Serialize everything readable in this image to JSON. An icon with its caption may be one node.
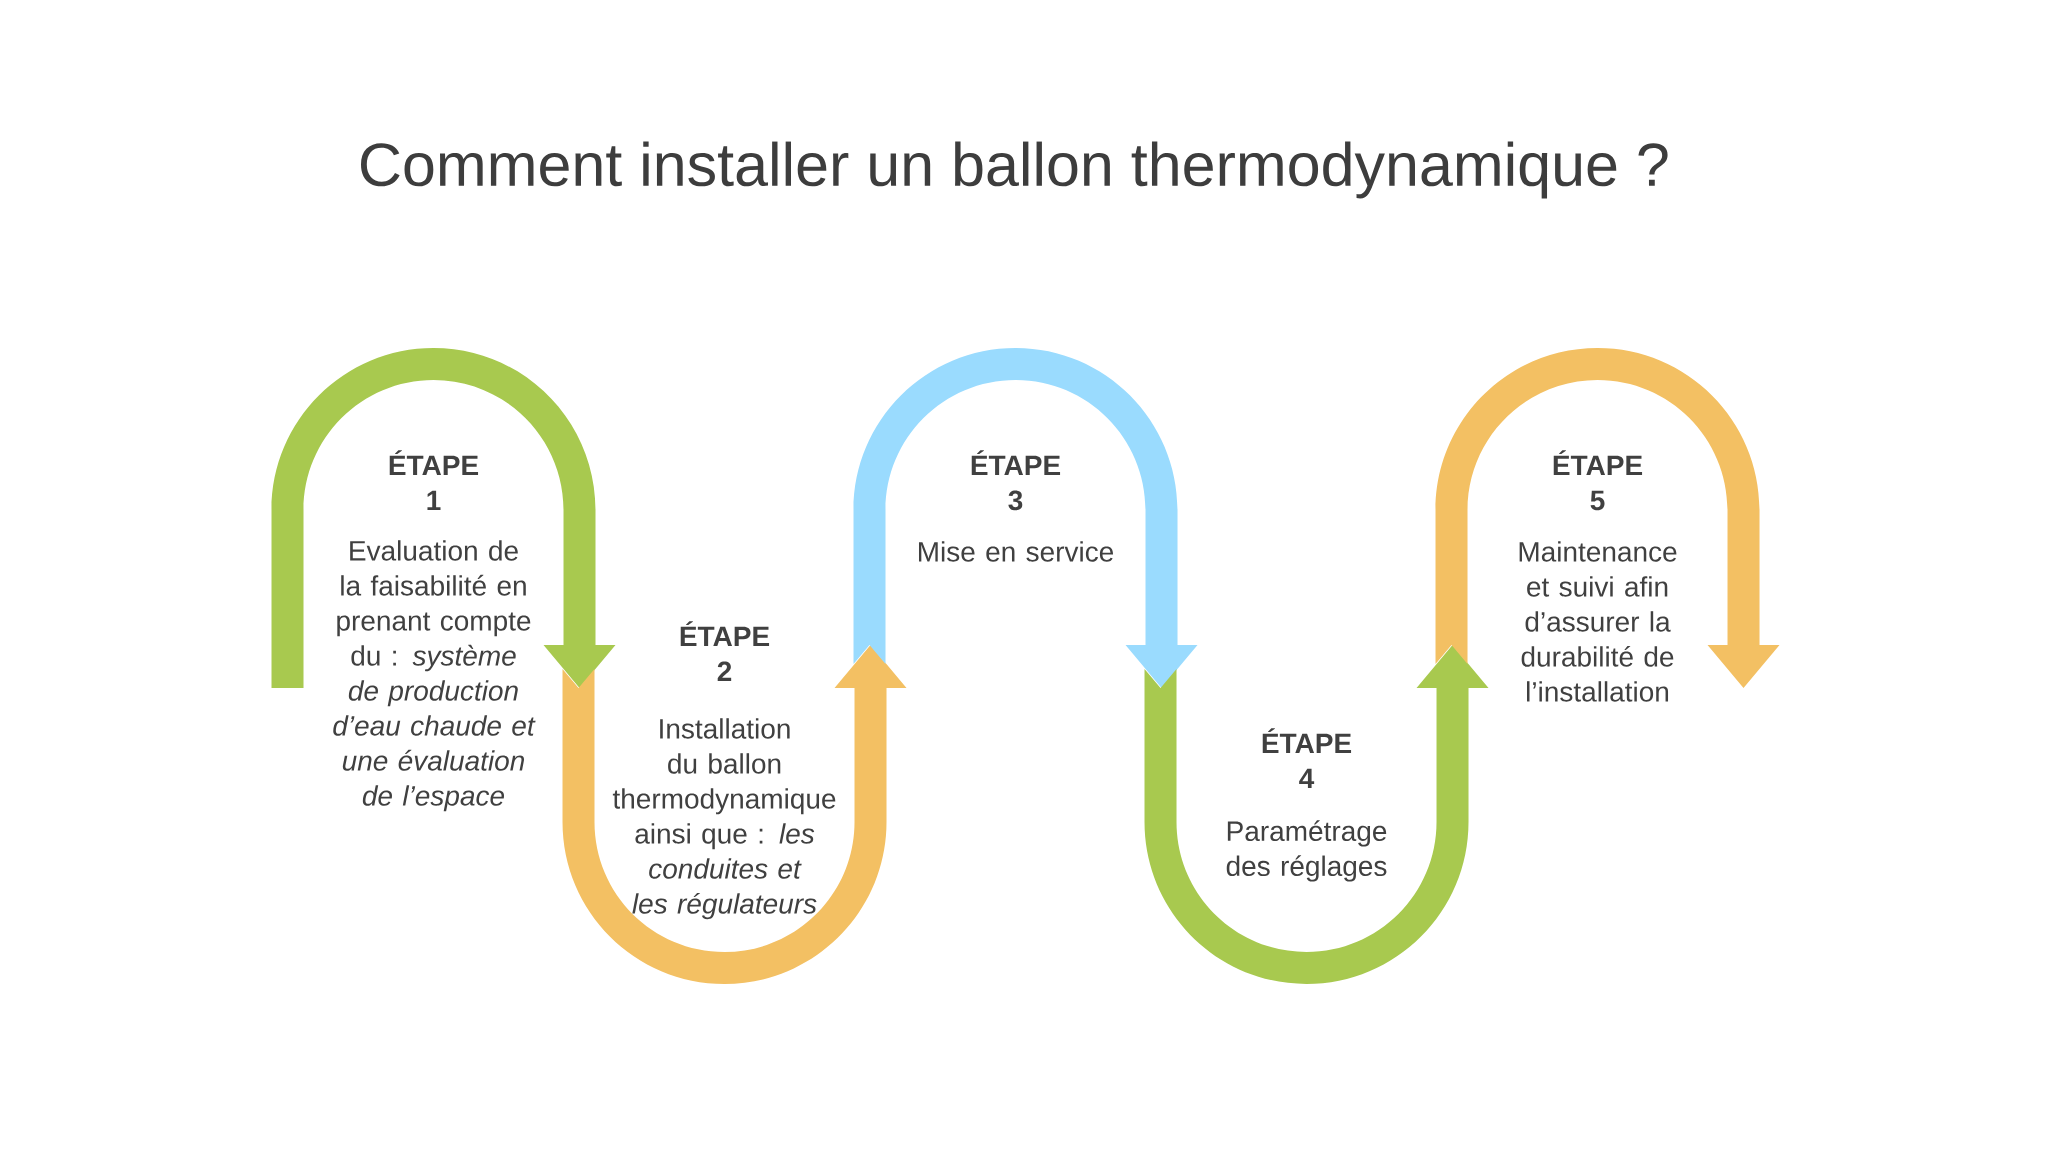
{
  "diagram": {
    "title": "Comment installer un ballon thermodynamique ?",
    "nodes": [
      {
        "text": [
          "ÉTAPE 1",
          "Evaluation de la faisabilité en prenant compte du : *système de production d’eau chaude et une évaluation de l’espace*"
        ]
      },
      {
        "text": [
          "ÉTAPE 2",
          "Installation du ballon thermodynamique ainsi que : *les conduites et les régulateurs*"
        ]
      },
      {
        "text": [
          "ÉTAPE 3",
          "Mise en service"
        ]
      },
      {
        "text": [
          "ÉTAPE 4",
          "Paramétrage des réglages"
        ]
      },
      {
        "text": [
          "ÉTAPE 5",
          "Maintenance et suivi afin d’assurer la durabilité de l’installation"
        ]
      }
    ]
  }
}
